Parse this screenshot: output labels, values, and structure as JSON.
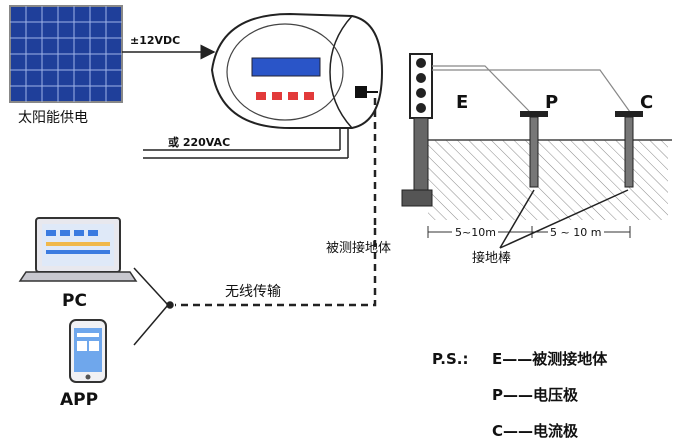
{
  "labels": {
    "solar": "太阳能供电",
    "dc_voltage": "±12VDC",
    "ac_voltage": "或 220VAC",
    "wireless": "无线传输",
    "pc": "PC",
    "app": "APP",
    "grounding_body": "被测接地体",
    "grounding_rod": "接地棒",
    "distance_left": "5~10m",
    "distance_right": "5 ~ 10 m",
    "electrode_e": "E",
    "electrode_p": "P",
    "electrode_c": "C"
  },
  "legend": {
    "prefix": "P.S.:",
    "items": [
      {
        "key": "E",
        "dash": "——",
        "text": "被测接地体"
      },
      {
        "key": "P",
        "dash": "——",
        "text": "电压极"
      },
      {
        "key": "C",
        "dash": "——",
        "text": "电流极"
      }
    ]
  },
  "colors": {
    "panel_cell": "#1f3f9a",
    "lcd": "#2a55c8",
    "device_buttons": "#e23a3a",
    "line": "#222222",
    "soil_hatch": "#777777"
  }
}
